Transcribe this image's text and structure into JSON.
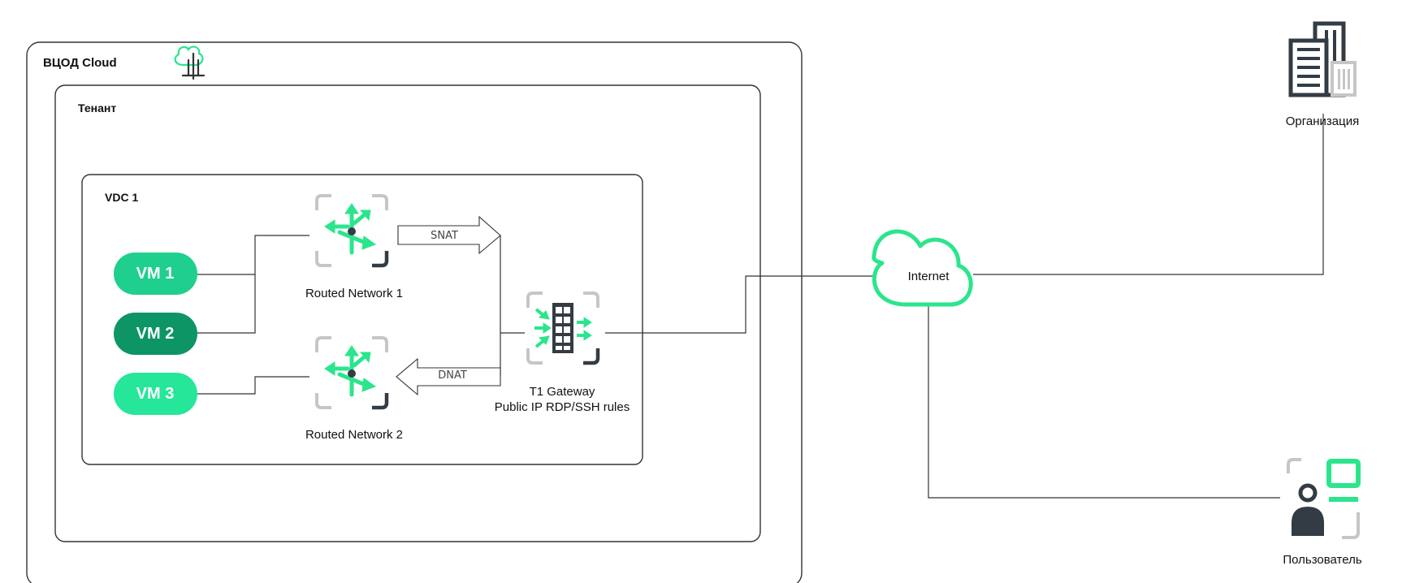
{
  "containers": {
    "cloud_label": "ВЦОД Cloud",
    "tenant_label": "Тенант",
    "vdc_label": "VDC 1"
  },
  "vms": [
    {
      "label": "VM 1",
      "color": "#1fcf8e"
    },
    {
      "label": "VM 2",
      "color": "#0d9566"
    },
    {
      "label": "VM 3",
      "color": "#26e69a"
    }
  ],
  "routers": {
    "network1": "Routed Network 1",
    "network2": "Routed Network 2"
  },
  "nat": {
    "snat": "SNAT",
    "dnat": "DNAT"
  },
  "gateway": {
    "line1": "T1 Gateway",
    "line2": "Public IP RDP/SSH rules"
  },
  "internet": "Internet",
  "organization": "Организация",
  "user": "Пользователь",
  "colors": {
    "accent": "#2be58d",
    "dark": "#333c44",
    "gray": "#c6c6c6",
    "line": "#333333"
  }
}
